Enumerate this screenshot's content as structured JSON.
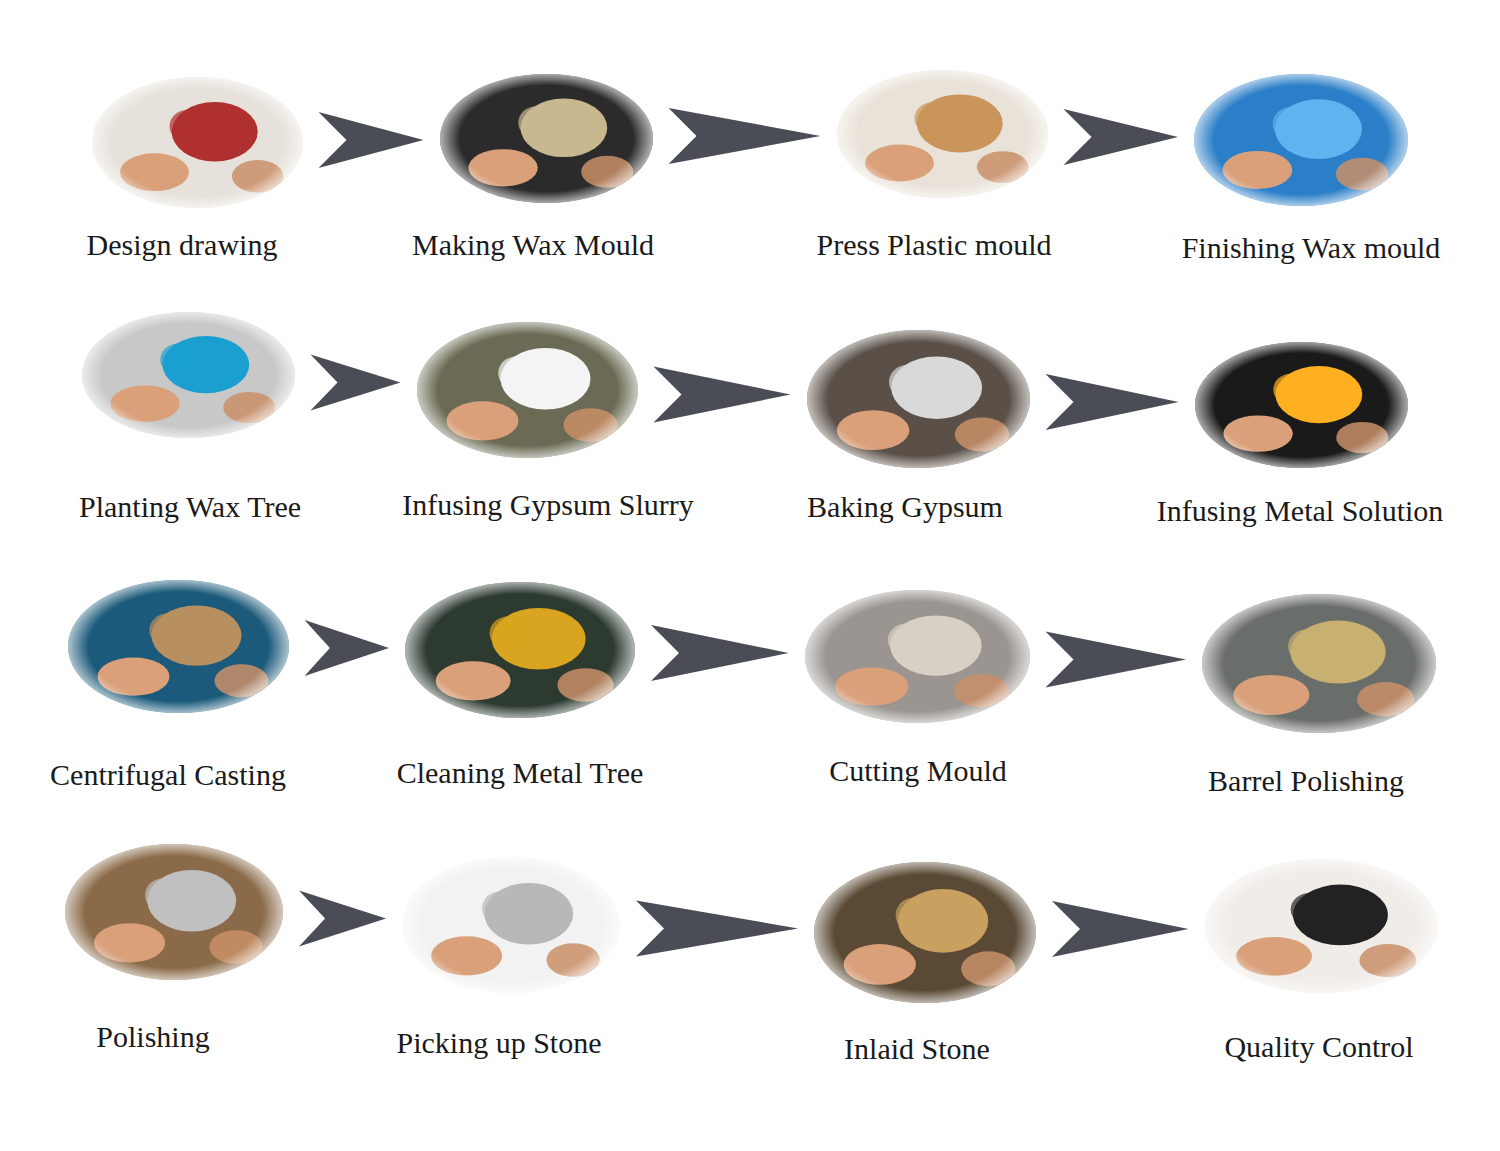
{
  "diagram": {
    "nodes": [
      {
        "text": [
          "Design drawing"
        ]
      },
      {
        "text": [
          "Making Wax Mould"
        ]
      },
      {
        "text": [
          "Press Plastic mould"
        ]
      },
      {
        "text": [
          "Finishing Wax mould"
        ]
      },
      {
        "text": [
          "Planting Wax Tree"
        ]
      },
      {
        "text": [
          "Infusing Gypsum Slurry"
        ]
      },
      {
        "text": [
          "Baking Gypsum"
        ]
      },
      {
        "text": [
          "Infusing Metal Solution"
        ]
      },
      {
        "text": [
          "Centrifugal Casting"
        ]
      },
      {
        "text": [
          "Cleaning Metal Tree"
        ]
      },
      {
        "text": [
          "Cutting Mould"
        ]
      },
      {
        "text": [
          "Barrel Polishing"
        ]
      },
      {
        "text": [
          "Polishing"
        ]
      },
      {
        "text": [
          "Picking up Stone"
        ]
      },
      {
        "text": [
          "Inlaid Stone"
        ]
      },
      {
        "text": [
          "Quality Control"
        ]
      }
    ],
    "edges": [
      {
        "from": 0,
        "to": 1,
        "arrow": "to"
      },
      {
        "from": 1,
        "to": 2,
        "arrow": "to"
      },
      {
        "from": 2,
        "to": 3,
        "arrow": "to"
      },
      {
        "from": 4,
        "to": 5,
        "arrow": "to"
      },
      {
        "from": 5,
        "to": 6,
        "arrow": "to"
      },
      {
        "from": 6,
        "to": 7,
        "arrow": "to"
      },
      {
        "from": 8,
        "to": 9,
        "arrow": "to"
      },
      {
        "from": 9,
        "to": 10,
        "arrow": "to"
      },
      {
        "from": 10,
        "to": 11,
        "arrow": "to"
      },
      {
        "from": 12,
        "to": 13,
        "arrow": "to"
      },
      {
        "from": 13,
        "to": 14,
        "arrow": "to"
      },
      {
        "from": 14,
        "to": 15,
        "arrow": "to"
      }
    ]
  }
}
